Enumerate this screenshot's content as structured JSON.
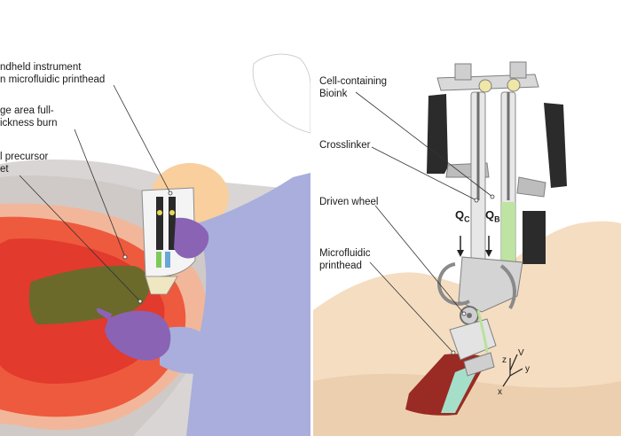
{
  "left_panel": {
    "labels": [
      {
        "text": "ndheld instrument"
      },
      {
        "text": "n microfluidic printhead"
      },
      {
        "text": "ge area full-"
      },
      {
        "text": "ickness burn"
      },
      {
        "text": "l precursor"
      },
      {
        "text": "et"
      }
    ]
  },
  "right_panel": {
    "labels": [
      {
        "text": "Cell-containing"
      },
      {
        "text": "Bioink"
      },
      {
        "text": "Crosslinker"
      },
      {
        "text": "Driven wheel"
      },
      {
        "text": "Microfluidic"
      },
      {
        "text": "printhead"
      }
    ],
    "flow_labels": {
      "qc_main": "Q",
      "qc_sub": "C",
      "qb_main": "Q",
      "qb_sub": "B"
    },
    "axes": {
      "z": "z",
      "v": "V",
      "y": "y",
      "x": "x"
    }
  },
  "colors": {
    "burn_outer": "#f2b79a",
    "burn_mid": "#ee5a3e",
    "burn_inner": "#e23a2c",
    "sheet": "#6b6a2b",
    "glove": "#8a63b5",
    "gown": "#a9aedd",
    "skin": "#f8cf9d",
    "bioink_green": "#b9e29a",
    "wound_red": "#9a2a24",
    "wound_teal": "#a6dfc9"
  }
}
